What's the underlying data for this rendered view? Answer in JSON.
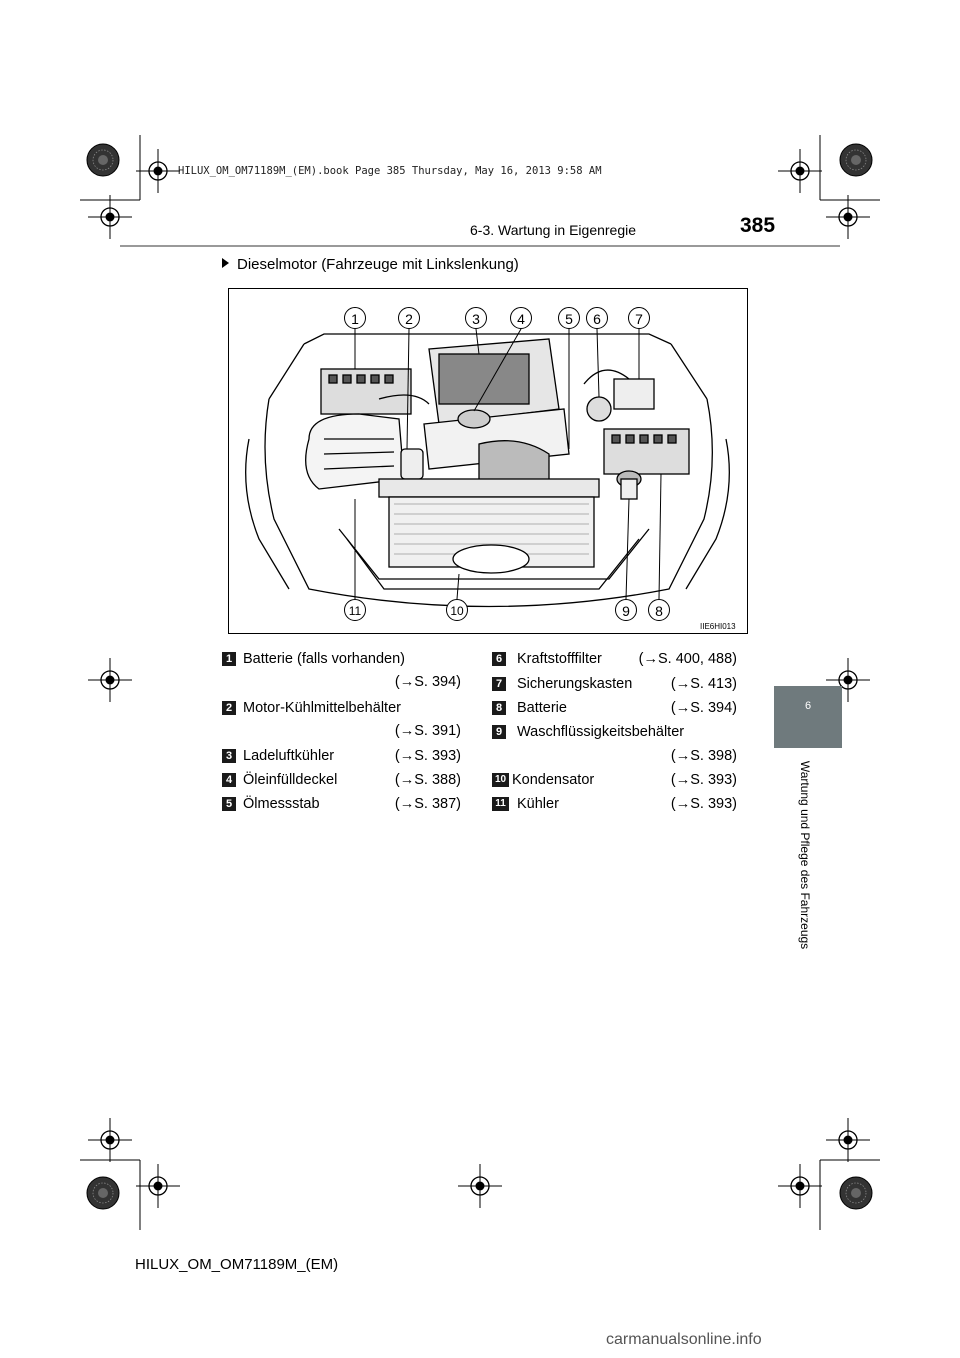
{
  "header": {
    "book_stamp": "HILUX_OM_OM71189M_(EM).book  Page 385  Thursday, May 16, 2013  9:58 AM",
    "section_title": "6-3. Wartung in Eigenregie",
    "page_number": "385"
  },
  "sidebar": {
    "chapter_number": "6",
    "chapter_title": "Wartung und Pflege des Fahrzeugs"
  },
  "heading": "Dieselmotor (Fahrzeuge mit Linkslenkung)",
  "figure": {
    "code": "IIE6HI013",
    "callouts": [
      "1",
      "2",
      "3",
      "4",
      "5",
      "6",
      "7",
      "8",
      "9",
      "10",
      "11"
    ]
  },
  "legend": [
    {
      "num": "1",
      "label": "Batterie (falls vorhanden)",
      "ref": "(→S. 394)"
    },
    {
      "num": "2",
      "label": "Motor-Kühlmittelbehälter",
      "ref": "(→S. 391)"
    },
    {
      "num": "3",
      "label": "Ladeluftkühler",
      "ref": "(→S. 393)"
    },
    {
      "num": "4",
      "label": "Öleinfülldeckel",
      "ref": "(→S. 388)"
    },
    {
      "num": "5",
      "label": "Ölmessstab",
      "ref": "(→S. 387)"
    },
    {
      "num": "6",
      "label": "Kraftstofffilter",
      "ref": "(→S. 400, 488)"
    },
    {
      "num": "7",
      "label": "Sicherungskasten",
      "ref": "(→S. 413)"
    },
    {
      "num": "8",
      "label": "Batterie",
      "ref": "(→S. 394)"
    },
    {
      "num": "9",
      "label": "Waschflüssigkeitsbehälter",
      "ref": "(→S. 398)"
    },
    {
      "num": "10",
      "label": "Kondensator",
      "ref": "(→S. 393)"
    },
    {
      "num": "11",
      "label": "Kühler",
      "ref": "(→S. 393)"
    }
  ],
  "footer": "HILUX_OM_OM71189M_(EM)",
  "watermark": "carmanualsonline.info"
}
